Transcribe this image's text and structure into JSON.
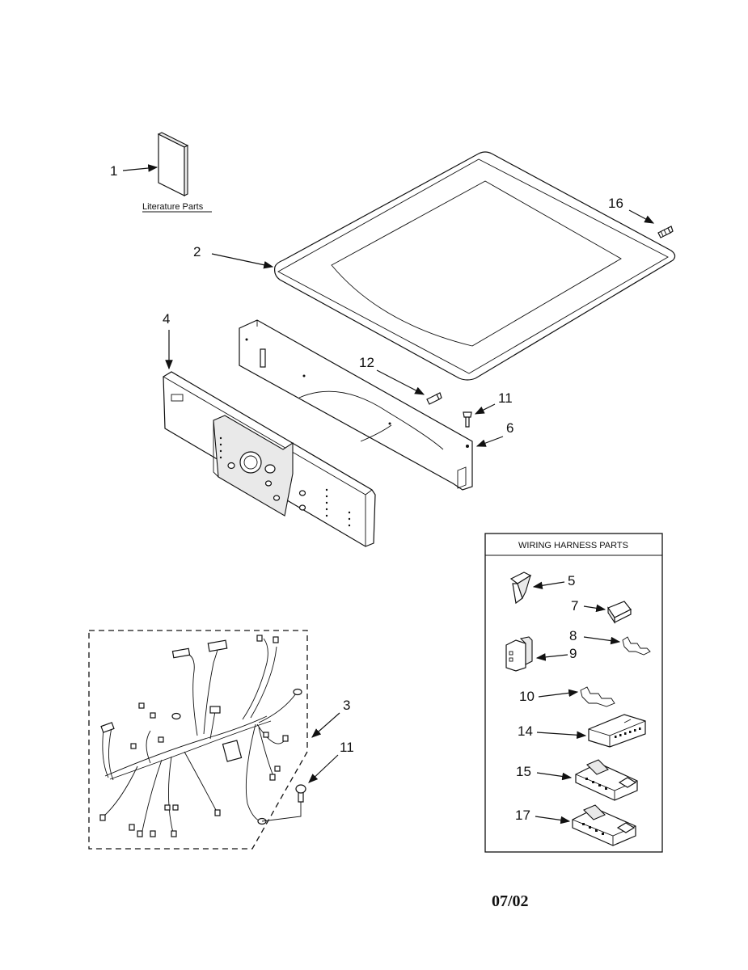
{
  "literature": {
    "caption": "Literature Parts"
  },
  "callouts": {
    "c1": "1",
    "c2": "2",
    "c3": "3",
    "c4": "4",
    "c5": "5",
    "c6": "6",
    "c7": "7",
    "c8": "8",
    "c9": "9",
    "c10": "10",
    "c11a": "11",
    "c11b": "11",
    "c12": "12",
    "c14": "14",
    "c15": "15",
    "c16": "16",
    "c17": "17"
  },
  "wiring_box": {
    "title": "WIRING HARNESS PARTS"
  },
  "footer": {
    "date": "07/02"
  }
}
